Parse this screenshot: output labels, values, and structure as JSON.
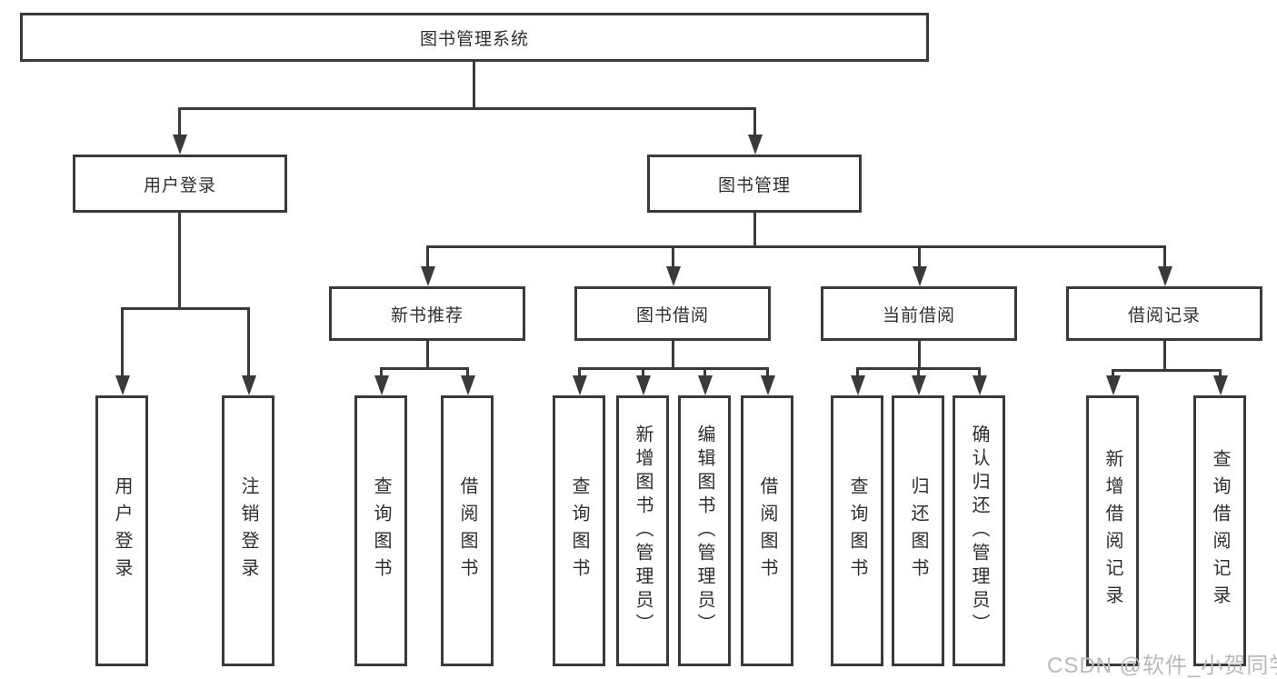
{
  "diagram_type": "hierarchy-tree",
  "colors": {
    "line": "#3a3a3a",
    "text": "#2e2e2e",
    "background": "#ffffff",
    "watermark_text": "#b9b9b9"
  },
  "watermark": "CSDN @软件_小贺同学",
  "tree": {
    "root": {
      "label": "图书管理系统"
    },
    "branches": [
      {
        "label": "用户登录",
        "children": [
          {
            "label": "用户登录"
          },
          {
            "label": "注销登录"
          }
        ]
      },
      {
        "label": "图书管理",
        "groups": [
          {
            "label": "新书推荐",
            "children": [
              {
                "label": "查询图书"
              },
              {
                "label": "借阅图书"
              }
            ]
          },
          {
            "label": "图书借阅",
            "children": [
              {
                "label": "查询图书"
              },
              {
                "label": "新增图书（管理员）"
              },
              {
                "label": "编辑图书（管理员）"
              },
              {
                "label": "借阅图书"
              }
            ]
          },
          {
            "label": "当前借阅",
            "children": [
              {
                "label": "查询图书"
              },
              {
                "label": "归还图书"
              },
              {
                "label": "确认归还（管理员）"
              }
            ]
          },
          {
            "label": "借阅记录",
            "children": [
              {
                "label": "新增借阅记录"
              },
              {
                "label": "查询借阅记录"
              }
            ]
          }
        ]
      }
    ]
  }
}
